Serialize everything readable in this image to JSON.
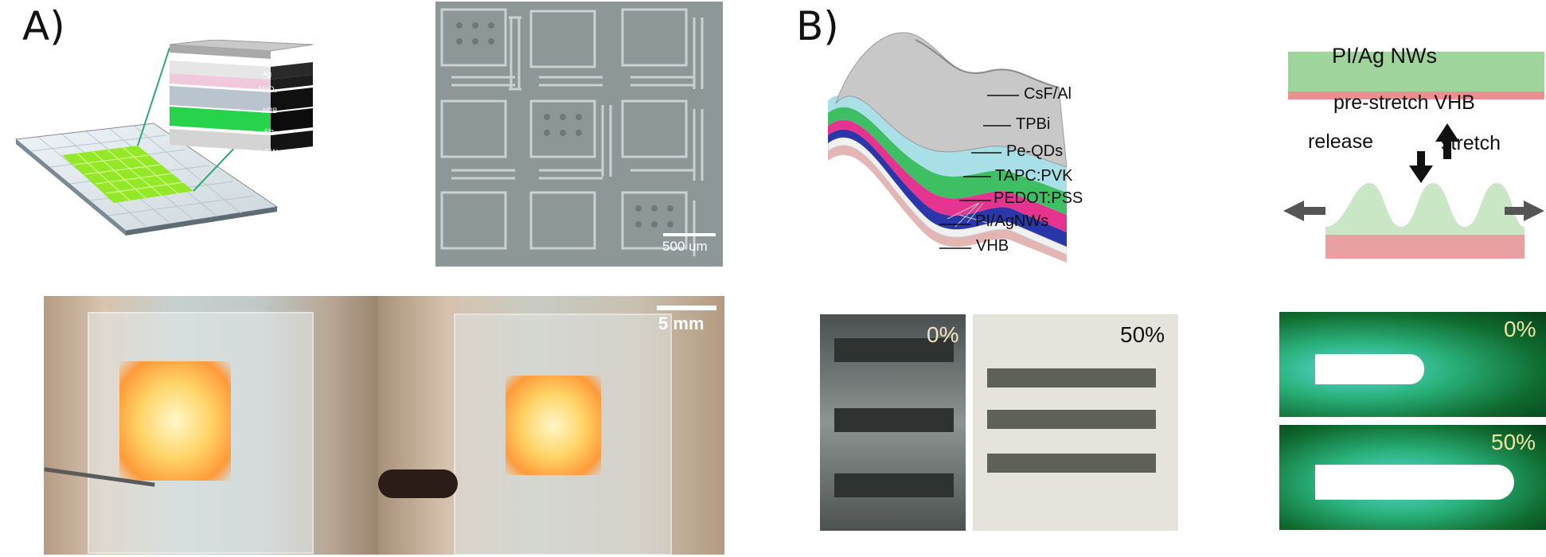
{
  "panel_a": {
    "label": "A)",
    "stack_layers": [
      "Ag",
      "MoO₃",
      "NPB",
      "Alq₃",
      "LiF/Al"
    ],
    "micrograph_scale": "500 um",
    "photo_scale": "5 mm"
  },
  "panel_b": {
    "label": "B)",
    "wave_layers": [
      "CsF/Al",
      "TPBi",
      "Pe-QDs",
      "TAPC:PVK",
      "PEDOT:PSS",
      "PI/AgNWs",
      "VHB"
    ],
    "process": {
      "top_film": "PI/Ag NWs",
      "prestretch": "pre-stretch VHB",
      "release": "release",
      "stretch": "stretch"
    },
    "photo_strain": [
      "0%",
      "50%"
    ],
    "emission_strain": [
      "0%",
      "50%"
    ]
  }
}
